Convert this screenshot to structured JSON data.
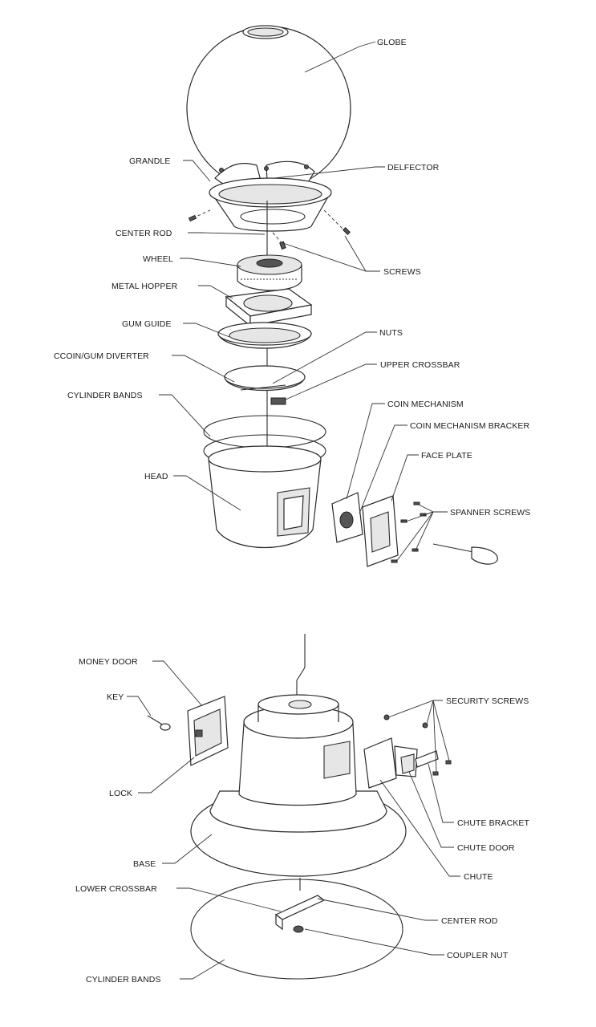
{
  "labels": {
    "globe": "GLOBE",
    "grandle": "GRANDLE",
    "delfector": "DELFECTOR",
    "center_rod_top": "CENTER ROD",
    "wheel": "WHEEL",
    "screws": "SCREWS",
    "metal_hopper": "METAL HOPPER",
    "gum_guide": "GUM GUIDE",
    "nuts": "NUTS",
    "coin_gum_diverter": "CCOIN/GUM DIVERTER",
    "upper_crossbar": "UPPER CROSSBAR",
    "cylinder_bands_top": "CYLINDER BANDS",
    "coin_mechanism": "COIN MECHANISM",
    "coin_mechanism_bracker": "COIN MECHANISM BRACKER",
    "face_plate": "FACE PLATE",
    "head": "HEAD",
    "spanner_screws": "SPANNER SCREWS",
    "money_door": "MONEY DOOR",
    "key": "KEY",
    "security_screws": "SECURITY SCREWS",
    "lock": "LOCK",
    "chute_bracket": "CHUTE BRACKET",
    "chute_door": "CHUTE DOOR",
    "base": "BASE",
    "chute": "CHUTE",
    "lower_crossbar": "LOWER CROSSBAR",
    "center_rod_bottom": "CENTER ROD",
    "coupler_nut": "COUPLER NUT",
    "cylinder_bands_bottom": "CYLINDER BANDS"
  }
}
